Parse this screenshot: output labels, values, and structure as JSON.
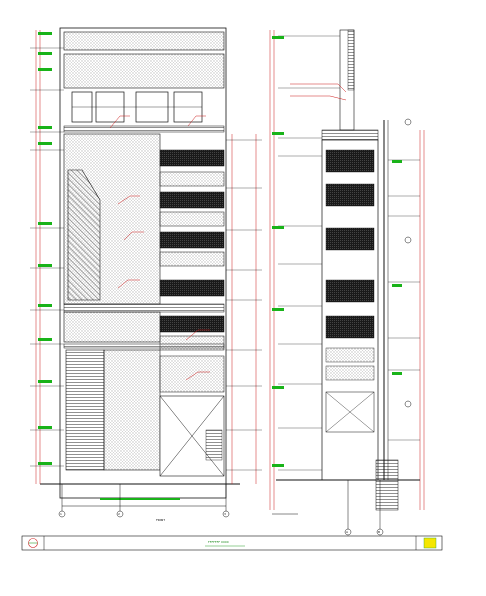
{
  "drawing": {
    "label_front": "FRONT",
    "label_title": "FFFFFFF 0000",
    "elevation_left": {
      "axis_tags": [
        "1",
        "2",
        "3"
      ]
    },
    "elevation_right": {
      "axis_tags": [
        "A",
        "B"
      ]
    },
    "colors": {
      "line": "#111111",
      "dimension": "#cc1a1a",
      "green_mark": "#19b319",
      "hatch": "#555555",
      "title_accent": "#2aa02a",
      "stamp_yellow": "#f5e600"
    }
  }
}
